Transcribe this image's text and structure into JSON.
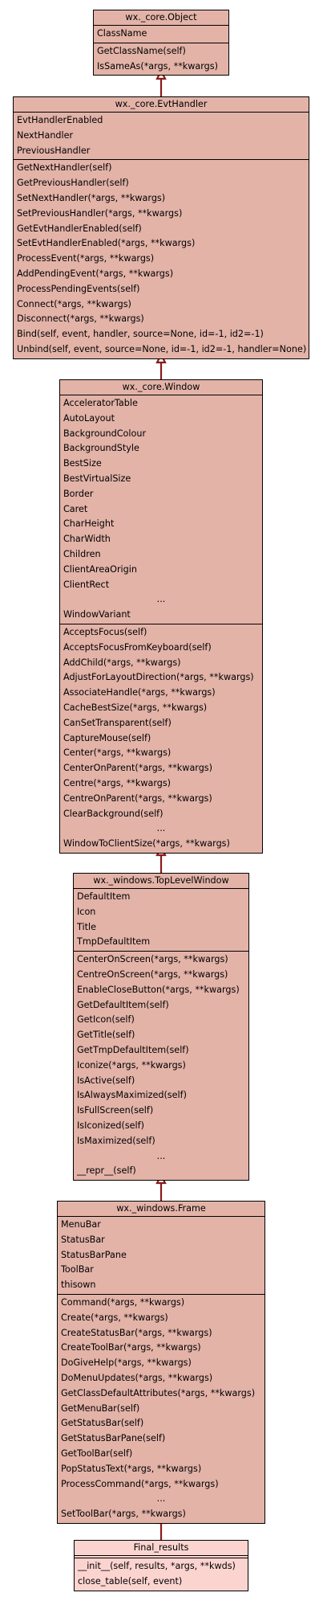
{
  "classes": [
    {
      "name": "wx._core.Object",
      "attributes": [
        "ClassName"
      ],
      "methods": [
        "GetClassName(self)",
        "IsSameAs(*args, **kwargs)"
      ]
    },
    {
      "name": "wx._core.EvtHandler",
      "attributes": [
        "EvtHandlerEnabled",
        "NextHandler",
        "PreviousHandler"
      ],
      "methods": [
        "GetNextHandler(self)",
        "GetPreviousHandler(self)",
        "SetNextHandler(*args, **kwargs)",
        "SetPreviousHandler(*args, **kwargs)",
        "GetEvtHandlerEnabled(self)",
        "SetEvtHandlerEnabled(*args, **kwargs)",
        "ProcessEvent(*args, **kwargs)",
        "AddPendingEvent(*args, **kwargs)",
        "ProcessPendingEvents(self)",
        "Connect(*args, **kwargs)",
        "Disconnect(*args, **kwargs)",
        "Bind(self, event, handler, source=None, id=-1, id2=-1)",
        "Unbind(self, event, source=None, id=-1, id2=-1, handler=None)"
      ]
    },
    {
      "name": "wx._core.Window",
      "attributes": [
        "AcceleratorTable",
        "AutoLayout",
        "BackgroundColour",
        "BackgroundStyle",
        "BestSize",
        "BestVirtualSize",
        "Border",
        "Caret",
        "CharHeight",
        "CharWidth",
        "Children",
        "ClientAreaOrigin",
        "ClientRect",
        "...",
        "WindowVariant"
      ],
      "methods": [
        "AcceptsFocus(self)",
        "AcceptsFocusFromKeyboard(self)",
        "AddChild(*args, **kwargs)",
        "AdjustForLayoutDirection(*args, **kwargs)",
        "AssociateHandle(*args, **kwargs)",
        "CacheBestSize(*args, **kwargs)",
        "CanSetTransparent(self)",
        "CaptureMouse(self)",
        "Center(*args, **kwargs)",
        "CenterOnParent(*args, **kwargs)",
        "Centre(*args, **kwargs)",
        "CentreOnParent(*args, **kwargs)",
        "ClearBackground(self)",
        "...",
        "WindowToClientSize(*args, **kwargs)"
      ]
    },
    {
      "name": "wx._windows.TopLevelWindow",
      "attributes": [
        "DefaultItem",
        "Icon",
        "Title",
        "TmpDefaultItem"
      ],
      "methods": [
        "CenterOnScreen(*args, **kwargs)",
        "CentreOnScreen(*args, **kwargs)",
        "EnableCloseButton(*args, **kwargs)",
        "GetDefaultItem(self)",
        "GetIcon(self)",
        "GetTitle(self)",
        "GetTmpDefaultItem(self)",
        "Iconize(*args, **kwargs)",
        "IsActive(self)",
        "IsAlwaysMaximized(self)",
        "IsFullScreen(self)",
        "IsIconized(self)",
        "IsMaximized(self)",
        "...",
        "__repr__(self)"
      ]
    },
    {
      "name": "wx._windows.Frame",
      "attributes": [
        "MenuBar",
        "StatusBar",
        "StatusBarPane",
        "ToolBar",
        "thisown"
      ],
      "methods": [
        "Command(*args, **kwargs)",
        "Create(*args, **kwargs)",
        "CreateStatusBar(*args, **kwargs)",
        "CreateToolBar(*args, **kwargs)",
        "DoGiveHelp(*args, **kwargs)",
        "DoMenuUpdates(*args, **kwargs)",
        "GetClassDefaultAttributes(*args, **kwargs)",
        "GetMenuBar(self)",
        "GetStatusBar(self)",
        "GetStatusBarPane(self)",
        "GetToolBar(self)",
        "PopStatusText(*args, **kwargs)",
        "ProcessCommand(*args, **kwargs)",
        "...",
        "SetToolBar(*args, **kwargs)"
      ]
    },
    {
      "name": "Final_results",
      "attributes": [],
      "methods": [
        "__init__(self, results, *args, **kwds)",
        "close_table(self, event)"
      ]
    }
  ]
}
